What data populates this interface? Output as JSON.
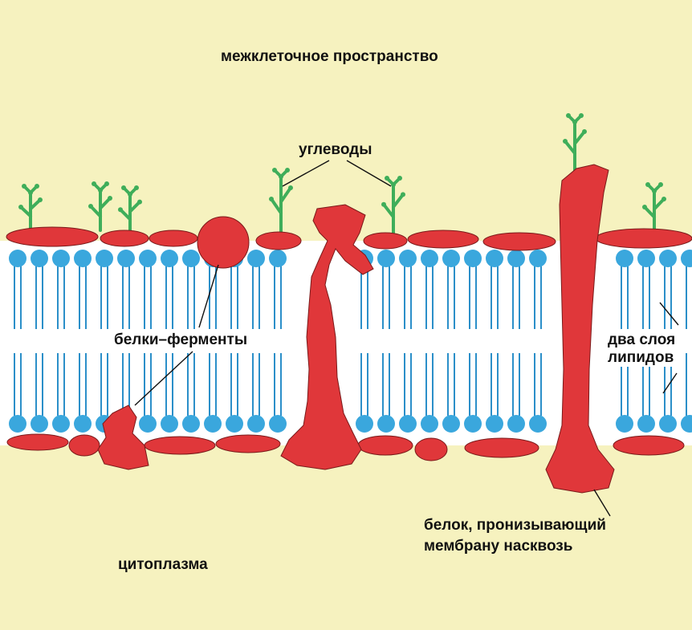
{
  "labels": {
    "extracellular": "межклеточное пространство",
    "carbohydrates": "углеводы",
    "enzymes": "белки–ферменты",
    "bilayer_line1": "два слоя",
    "bilayer_line2": "липидов",
    "transmembrane_line1": "белок, пронизывающий",
    "transmembrane_line2": "мембрану насквозь",
    "cytoplasm": "цитоплазма"
  },
  "colors": {
    "background": "#f6f2bf",
    "membrane_core": "#ffffff",
    "lipid_head": "#3aa7dd",
    "lipid_tail": "#2b8fc9",
    "protein": "#e0373a",
    "carbohydrate": "#3fae5a",
    "text": "#111111"
  },
  "icons": [
    "lipid-head-icon",
    "protein-icon",
    "carbohydrate-chain-icon"
  ]
}
